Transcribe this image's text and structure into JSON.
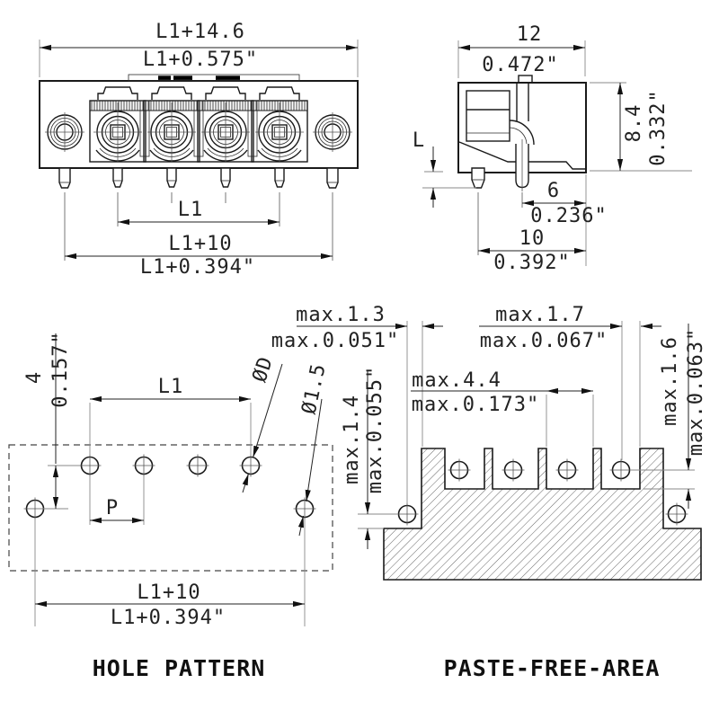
{
  "front_view": {
    "width_mm": "L1+14.6",
    "width_in": "L1+0.575\"",
    "pin_span": "L1",
    "outer_span_mm": "L1+10",
    "outer_span_in": "L1+0.394\""
  },
  "side_view": {
    "depth_mm": "12",
    "depth_in": "0.472\"",
    "height_mm": "8.4",
    "height_in": "0.332\"",
    "pin_length": "L",
    "pin_to_edge_mm": "6",
    "pin_to_edge_in": "0.236\"",
    "row_span_mm": "10",
    "row_span_in": "0.392\""
  },
  "hole_pattern": {
    "caption": "HOLE PATTERN",
    "row_offset_mm": "4",
    "row_offset_in": "0.157\"",
    "pin_span": "L1",
    "pitch": "P",
    "hole_dia_signal": "ØD",
    "hole_dia_flange": "Ø1.5",
    "outer_span_mm": "L1+10",
    "outer_span_in": "L1+0.394\""
  },
  "paste_free_area": {
    "caption": "PASTE-FREE-AREA",
    "left_gap_mm": "max.1.3",
    "left_gap_in": "max.0.051\"",
    "right_gap_mm": "max.1.7",
    "right_gap_in": "max.0.067\"",
    "notch_width_mm": "max.4.4",
    "notch_width_in": "max.0.173\"",
    "notch_depth_mm": "max.1.6",
    "notch_depth_in": "max.0.063\"",
    "flange_gap_mm": "max.1.4",
    "flange_gap_in": "max.0.055\""
  }
}
